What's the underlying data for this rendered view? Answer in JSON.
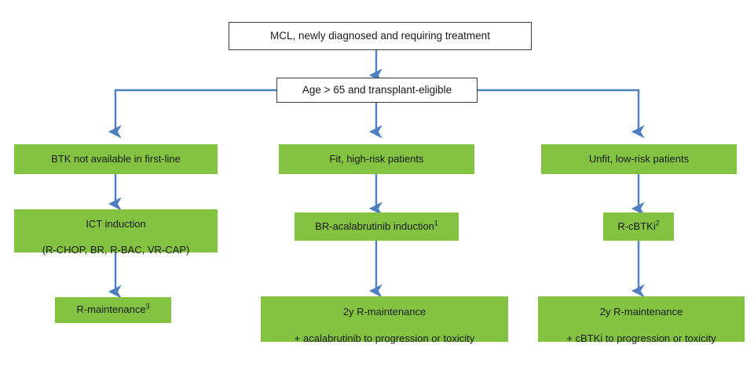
{
  "diagram": {
    "title": "MCL first-line treatment algorithm flowchart",
    "colors": {
      "green_fill": "#83c341",
      "connector_blue": "#4e7fc1",
      "box_border": "#3c3c3c",
      "text": "#1a1a1a",
      "background": "#ffffff"
    },
    "nodes": {
      "root": {
        "label": "MCL, newly diagnosed and requiring treatment",
        "style": "white-box"
      },
      "decision": {
        "label": "Age > 65 and transplant-eligible",
        "style": "white-box"
      },
      "col1_row1": {
        "label": "BTK not available in first-line",
        "style": "green-box"
      },
      "col1_row2_line1": "ICT induction",
      "col1_row2_line2": "(R-CHOP, BR, R-BAC, VR-CAP)",
      "col1_row3_label": "R-maintenance",
      "col1_row3_sup": "3",
      "col2_row1": {
        "label": "Fit, high-risk patients",
        "style": "green-box"
      },
      "col2_row2_label": "BR-acalabrutinib induction",
      "col2_row2_sup": "1",
      "col2_row3_line1": "2y R-maintenance",
      "col2_row3_line2": "+ acalabrutinib to progression or toxicity",
      "col3_row1": {
        "label": "Unfit, low-risk patients",
        "style": "green-box"
      },
      "col3_row2_label": "R-cBTKi",
      "col3_row2_sup": "2",
      "col3_row3_line1": "2y R-maintenance",
      "col3_row3_line2": "+ cBTKi to progression or toxicity"
    }
  }
}
